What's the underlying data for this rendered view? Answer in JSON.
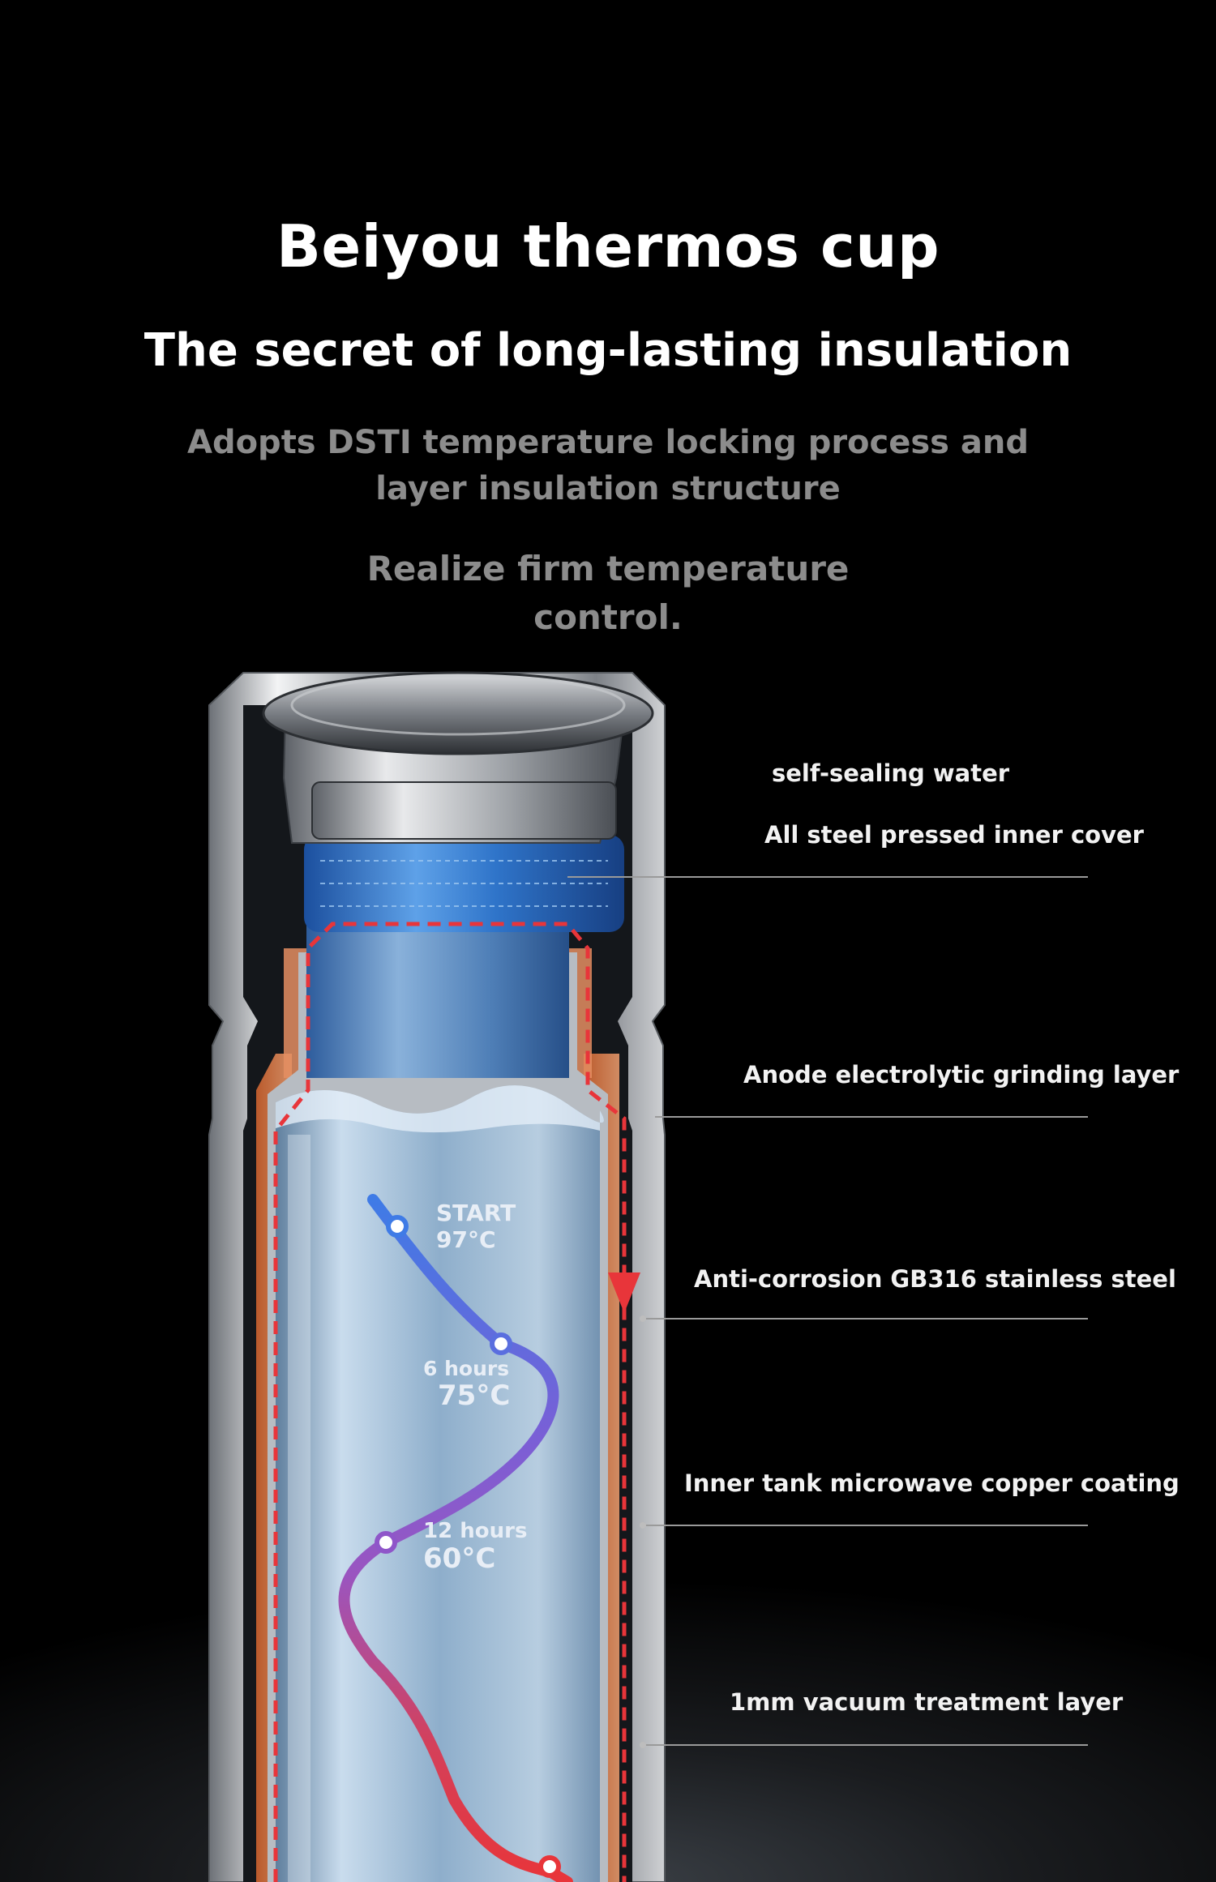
{
  "header": {
    "title": "Beiyou thermos cup",
    "subtitle": "The secret of long-lasting insulation",
    "description_lines": [
      "Adopts DSTI temperature locking process and",
      "layer insulation structure"
    ],
    "tagline_lines": [
      "Realize firm temperature",
      "control."
    ]
  },
  "callouts": [
    {
      "label": "self-sealing water"
    },
    {
      "label": "All steel pressed inner cover"
    },
    {
      "label": "Anode electrolytic grinding layer"
    },
    {
      "label": "Anti-corrosion GB316 stainless steel"
    },
    {
      "label": "Inner tank microwave copper coating"
    },
    {
      "label": "1mm vacuum treatment layer"
    }
  ],
  "temperature_points": [
    {
      "time": "START",
      "temp": "97°C"
    },
    {
      "time": "6 hours",
      "temp": "75°C"
    },
    {
      "time": "12 hours",
      "temp": "60°C"
    }
  ],
  "colors": {
    "background": "#000000",
    "heading": "#ffffff",
    "description": "#8c8c8c",
    "curve_start": "#3f7be6",
    "curve_mid": "#8a55c8",
    "curve_end": "#e8353a",
    "dashed_path": "#e8353a",
    "water": "#9fc0dc"
  }
}
